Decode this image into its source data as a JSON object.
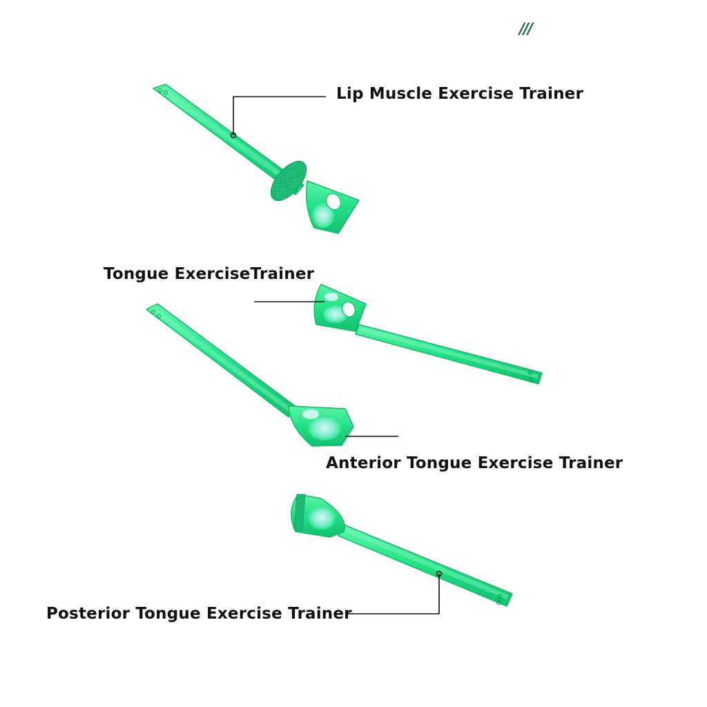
{
  "logo": {
    "mark": "///"
  },
  "colors": {
    "product_green": "#2ee88f",
    "product_edge": "#15b86a",
    "product_highlight": "#c9f7ff",
    "leader_line": "#111111"
  },
  "labels": {
    "lip_trainer": "Lip Muscle Exercise Trainer",
    "tongue_trainer": "Tongue ExerciseTrainer",
    "anterior_trainer": "Anterior Tongue Exercise Trainer",
    "posterior_trainer": "Posterior Tongue Exercise Trainer"
  }
}
